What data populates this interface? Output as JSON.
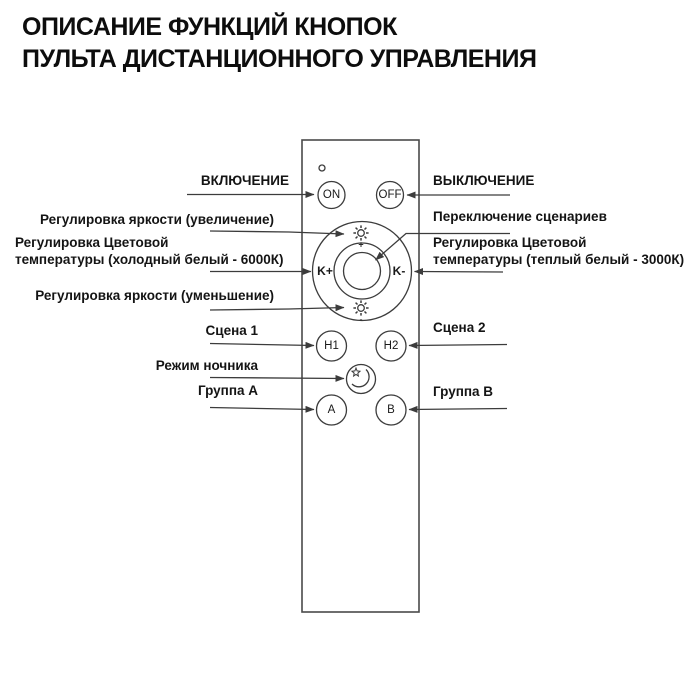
{
  "title": {
    "line1": "ОПИСАНИЕ ФУНКЦИЙ КНОПОК",
    "line2": "ПУЛЬТА ДИСТАНЦИОННОГО УПРАВЛЕНИЯ"
  },
  "remote": {
    "buttons": {
      "on": "ON",
      "off": "OFF",
      "k_plus": "K+",
      "k_minus": "K-",
      "h1": "H1",
      "h2": "H2",
      "group_a": "A",
      "group_b": "B"
    },
    "dial_marks": {
      "plus": "+",
      "minus": "-"
    },
    "icons": {
      "led": "led-indicator-dot",
      "brightness_up": "sun-icon",
      "brightness_down": "sun-icon",
      "night_mode": "crescent-moon-with-star-icon"
    }
  },
  "callouts": {
    "power_on": "ВКЛЮЧЕНИЕ",
    "power_off": "ВЫКЛЮЧЕНИЕ",
    "brightness_up": "Регулировка яркости (увеличение)",
    "scenario_switch": "Переключение сценариев",
    "cct_cold_line1": "Регулировка Цветовой",
    "cct_cold_line2": "температуры (холодный белый - 6000К)",
    "cct_warm_line1": "Регулировка Цветовой",
    "cct_warm_line2": "температуры (теплый белый - 3000К)",
    "brightness_down": "Регулировка яркости (уменьшение)",
    "scene_1": "Сцена 1",
    "scene_2": "Сцена 2",
    "night_mode": "Режим ночника",
    "group_a": "Группа A",
    "group_b": "Группа B"
  },
  "colors": {
    "ink": "#1a1a1a",
    "line": "#3c3c3c",
    "background": "#ffffff"
  }
}
